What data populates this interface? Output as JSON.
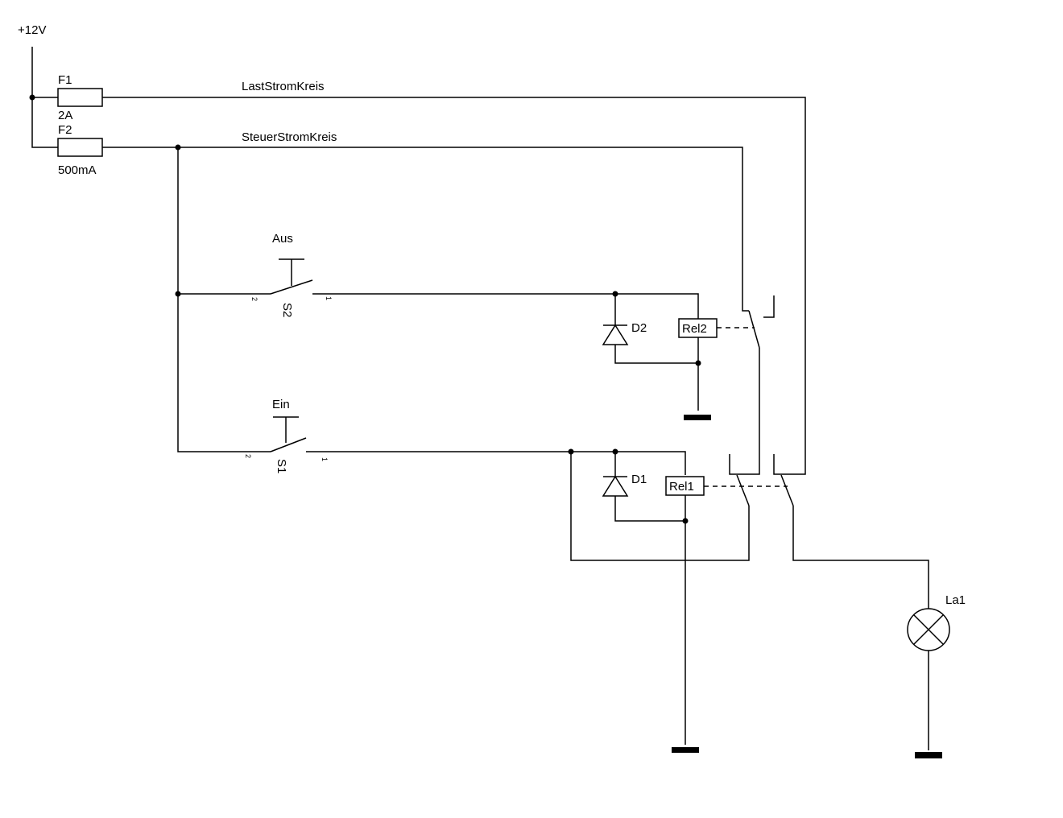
{
  "supply": {
    "label": "+12V"
  },
  "fuses": [
    {
      "name": "F1",
      "rating": "2A"
    },
    {
      "name": "F2",
      "rating": "500mA"
    }
  ],
  "nets": {
    "load": "LastStromKreis",
    "control": "SteuerStromKreis"
  },
  "switches": [
    {
      "name": "S2",
      "caption": "Aus",
      "pin_left": "2",
      "pin_right": "1"
    },
    {
      "name": "S1",
      "caption": "Ein",
      "pin_left": "2",
      "pin_right": "1"
    }
  ],
  "diodes": [
    {
      "name": "D2"
    },
    {
      "name": "D1"
    }
  ],
  "relays": [
    {
      "name": "Rel2"
    },
    {
      "name": "Rel1"
    }
  ],
  "lamp": {
    "name": "La1"
  }
}
